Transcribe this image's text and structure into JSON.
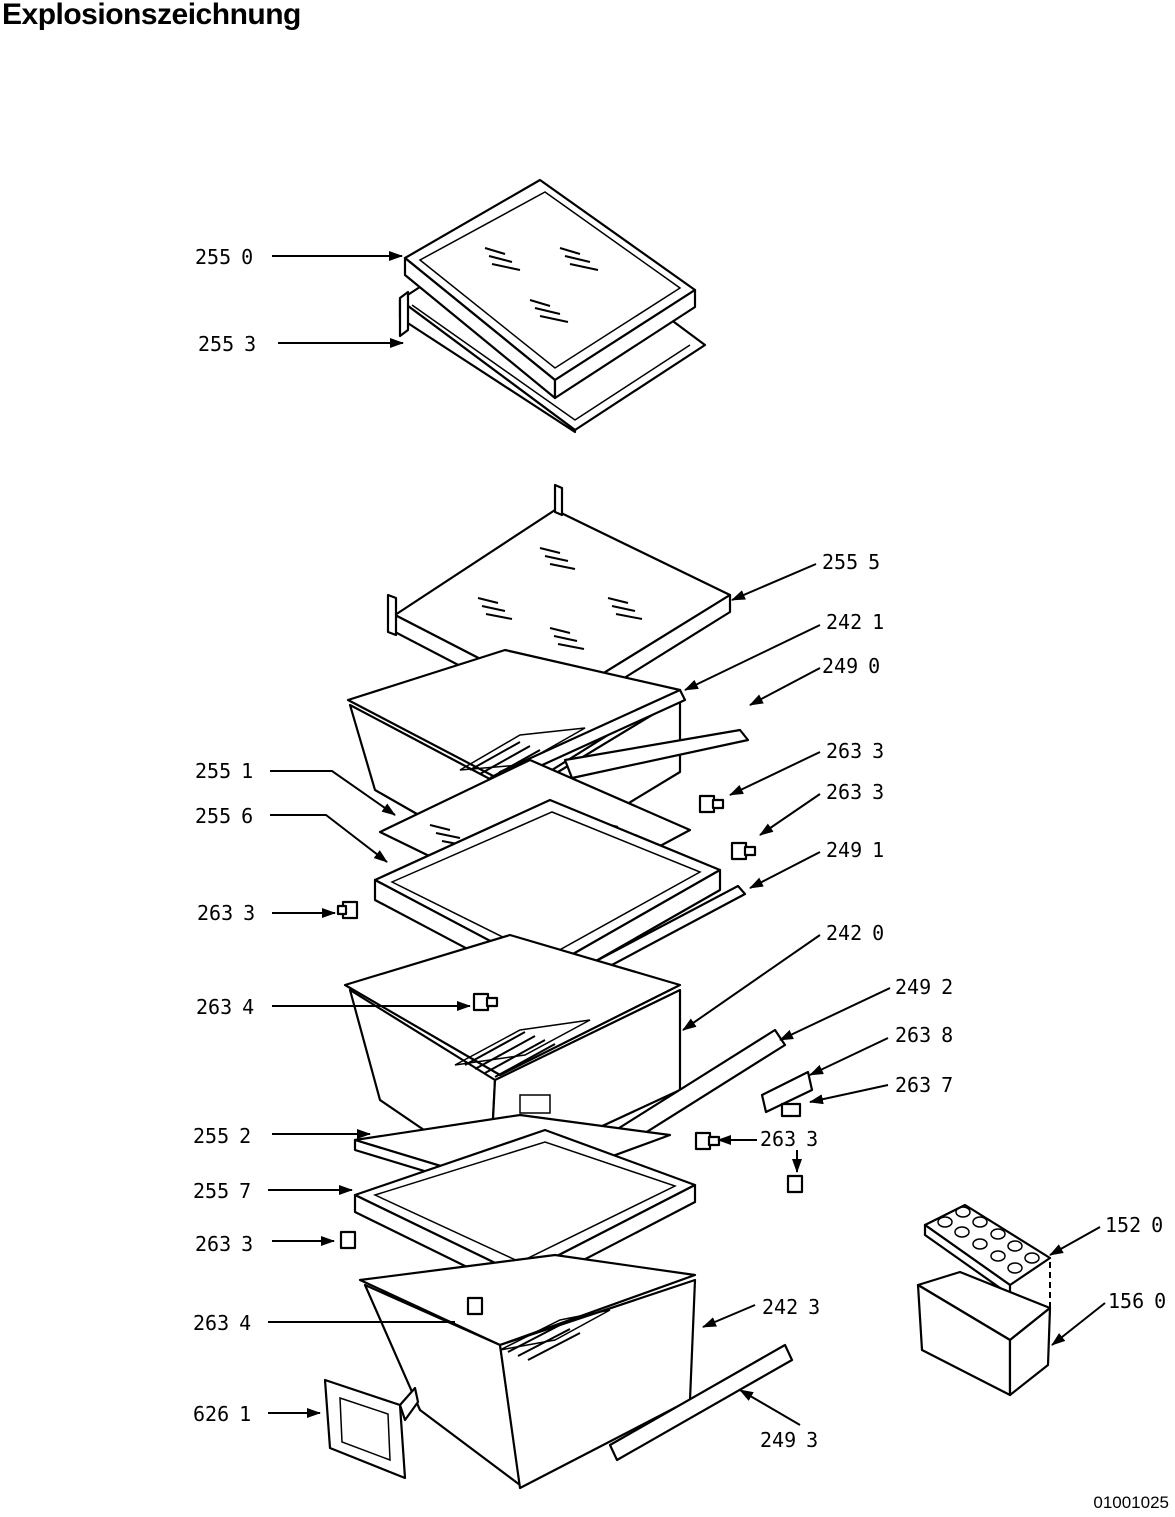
{
  "title": "Explosionszeichnung",
  "doc_number": "01001025",
  "callouts": [
    {
      "code": "255",
      "sub": "0"
    },
    {
      "code": "255",
      "sub": "3"
    },
    {
      "code": "255",
      "sub": "5"
    },
    {
      "code": "242",
      "sub": "1"
    },
    {
      "code": "249",
      "sub": "0"
    },
    {
      "code": "263",
      "sub": "3"
    },
    {
      "code": "263",
      "sub": "3"
    },
    {
      "code": "255",
      "sub": "1"
    },
    {
      "code": "255",
      "sub": "6"
    },
    {
      "code": "249",
      "sub": "1"
    },
    {
      "code": "263",
      "sub": "3"
    },
    {
      "code": "242",
      "sub": "0"
    },
    {
      "code": "263",
      "sub": "4"
    },
    {
      "code": "249",
      "sub": "2"
    },
    {
      "code": "263",
      "sub": "8"
    },
    {
      "code": "263",
      "sub": "7"
    },
    {
      "code": "255",
      "sub": "2"
    },
    {
      "code": "263",
      "sub": "3"
    },
    {
      "code": "255",
      "sub": "7"
    },
    {
      "code": "263",
      "sub": "3"
    },
    {
      "code": "152",
      "sub": "0"
    },
    {
      "code": "156",
      "sub": "0"
    },
    {
      "code": "263",
      "sub": "4"
    },
    {
      "code": "242",
      "sub": "3"
    },
    {
      "code": "626",
      "sub": "1"
    },
    {
      "code": "249",
      "sub": "3"
    }
  ]
}
